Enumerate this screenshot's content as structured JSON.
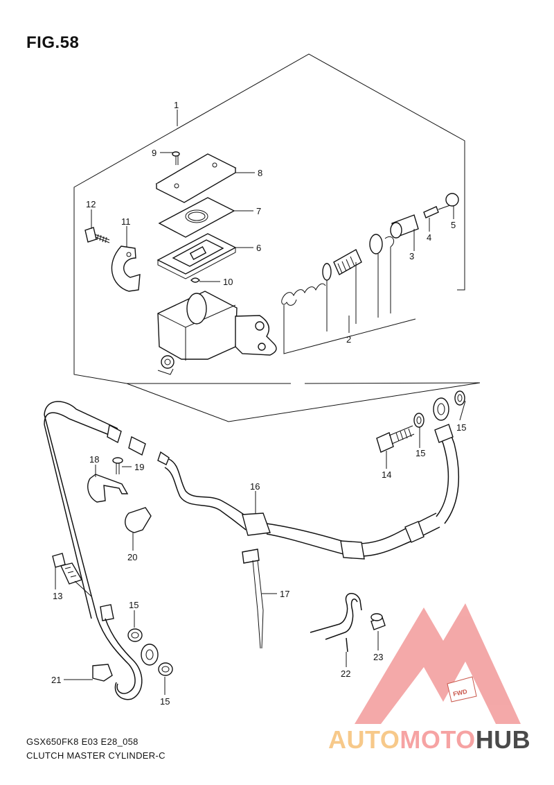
{
  "figure_title": "FIG.58",
  "footer": {
    "model_code": "GSX650FK8 E03 E28_058",
    "section_name": "CLUTCH MASTER CYLINDER-C"
  },
  "callouts": {
    "c1": "1",
    "c2": "2",
    "c3": "3",
    "c4": "4",
    "c5": "5",
    "c6": "6",
    "c7": "7",
    "c8": "8",
    "c9": "9",
    "c10": "10",
    "c11": "11",
    "c12": "12",
    "c13": "13",
    "c14": "14",
    "c15a": "15",
    "c15b": "15",
    "c15c": "15",
    "c15d": "15",
    "c16": "16",
    "c17": "17",
    "c18": "18",
    "c19": "19",
    "c20": "20",
    "c21": "21",
    "c22": "22",
    "c23": "23"
  },
  "watermark": {
    "part1": "AUTO",
    "part2": "MOTO",
    "part3": "HUB",
    "fwd_mark": "FWD",
    "colors": {
      "auto": "#f7c98a",
      "moto": "#f6a3a3",
      "hub": "#4a4a4a",
      "logo": "#f29a9a"
    }
  }
}
